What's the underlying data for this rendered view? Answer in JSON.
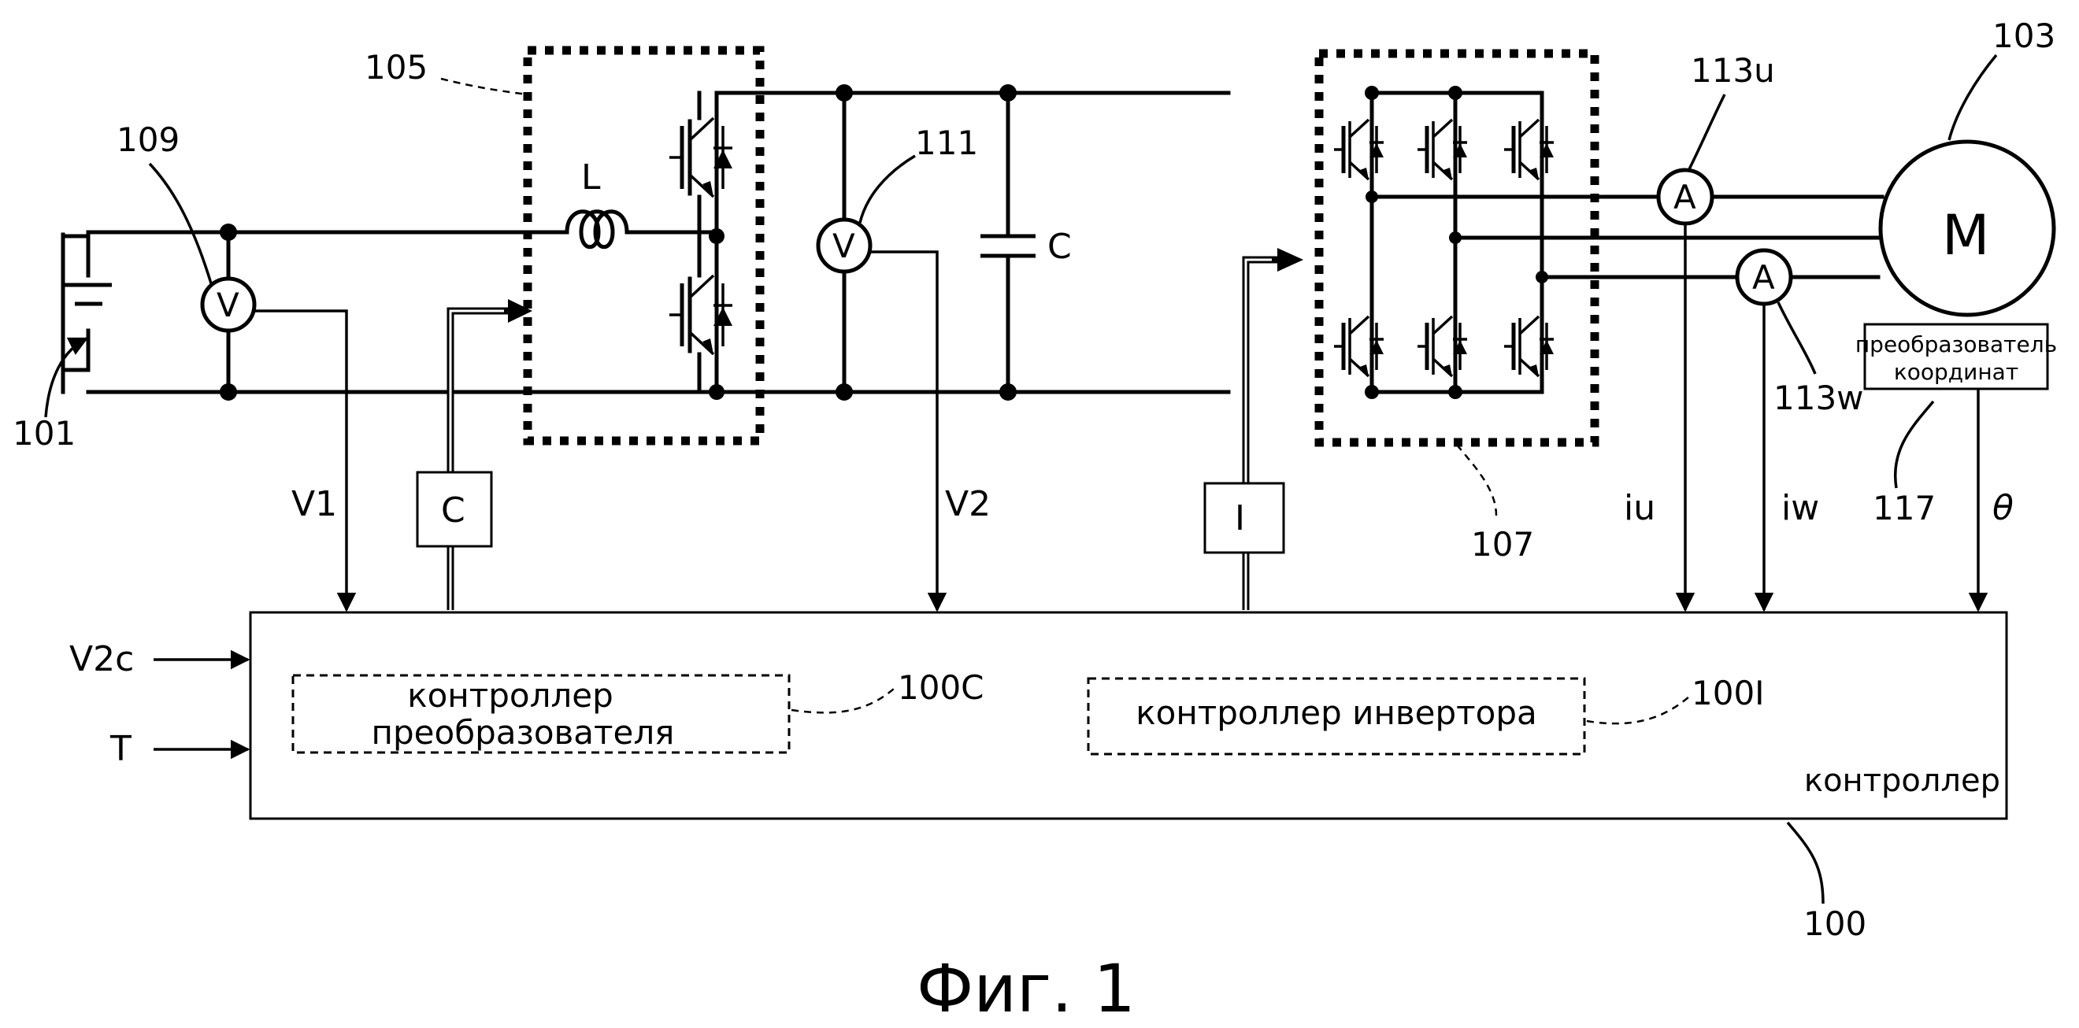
{
  "figure_caption": "Фиг. 1",
  "refs": {
    "battery": "101",
    "converter": "105",
    "voltmeter_in": "109",
    "voltmeter_dc": "111",
    "inverter": "107",
    "ammeter_u": "113u",
    "ammeter_w": "113w",
    "motor": "103",
    "transformer": "117",
    "controller": "100",
    "converter_ctrl": "100C",
    "inverter_ctrl": "100I"
  },
  "components": {
    "inductor": "L",
    "capacitor": "C",
    "voltmeter": "V",
    "ammeter": "A",
    "motor": "M"
  },
  "signals": {
    "v1": "V1",
    "v2": "V2",
    "iu": "iu",
    "iw": "iw",
    "theta": "θ",
    "v2c": "V2c",
    "t": "T",
    "c_box": "C",
    "i_box": "I"
  },
  "labels": {
    "transformer_line1": "преобразователь",
    "transformer_line2": "координат",
    "converter_ctrl_line1": "контроллер",
    "converter_ctrl_line2": "преобразователя",
    "inverter_ctrl": "контроллер инвертора",
    "controller": "контроллер"
  }
}
